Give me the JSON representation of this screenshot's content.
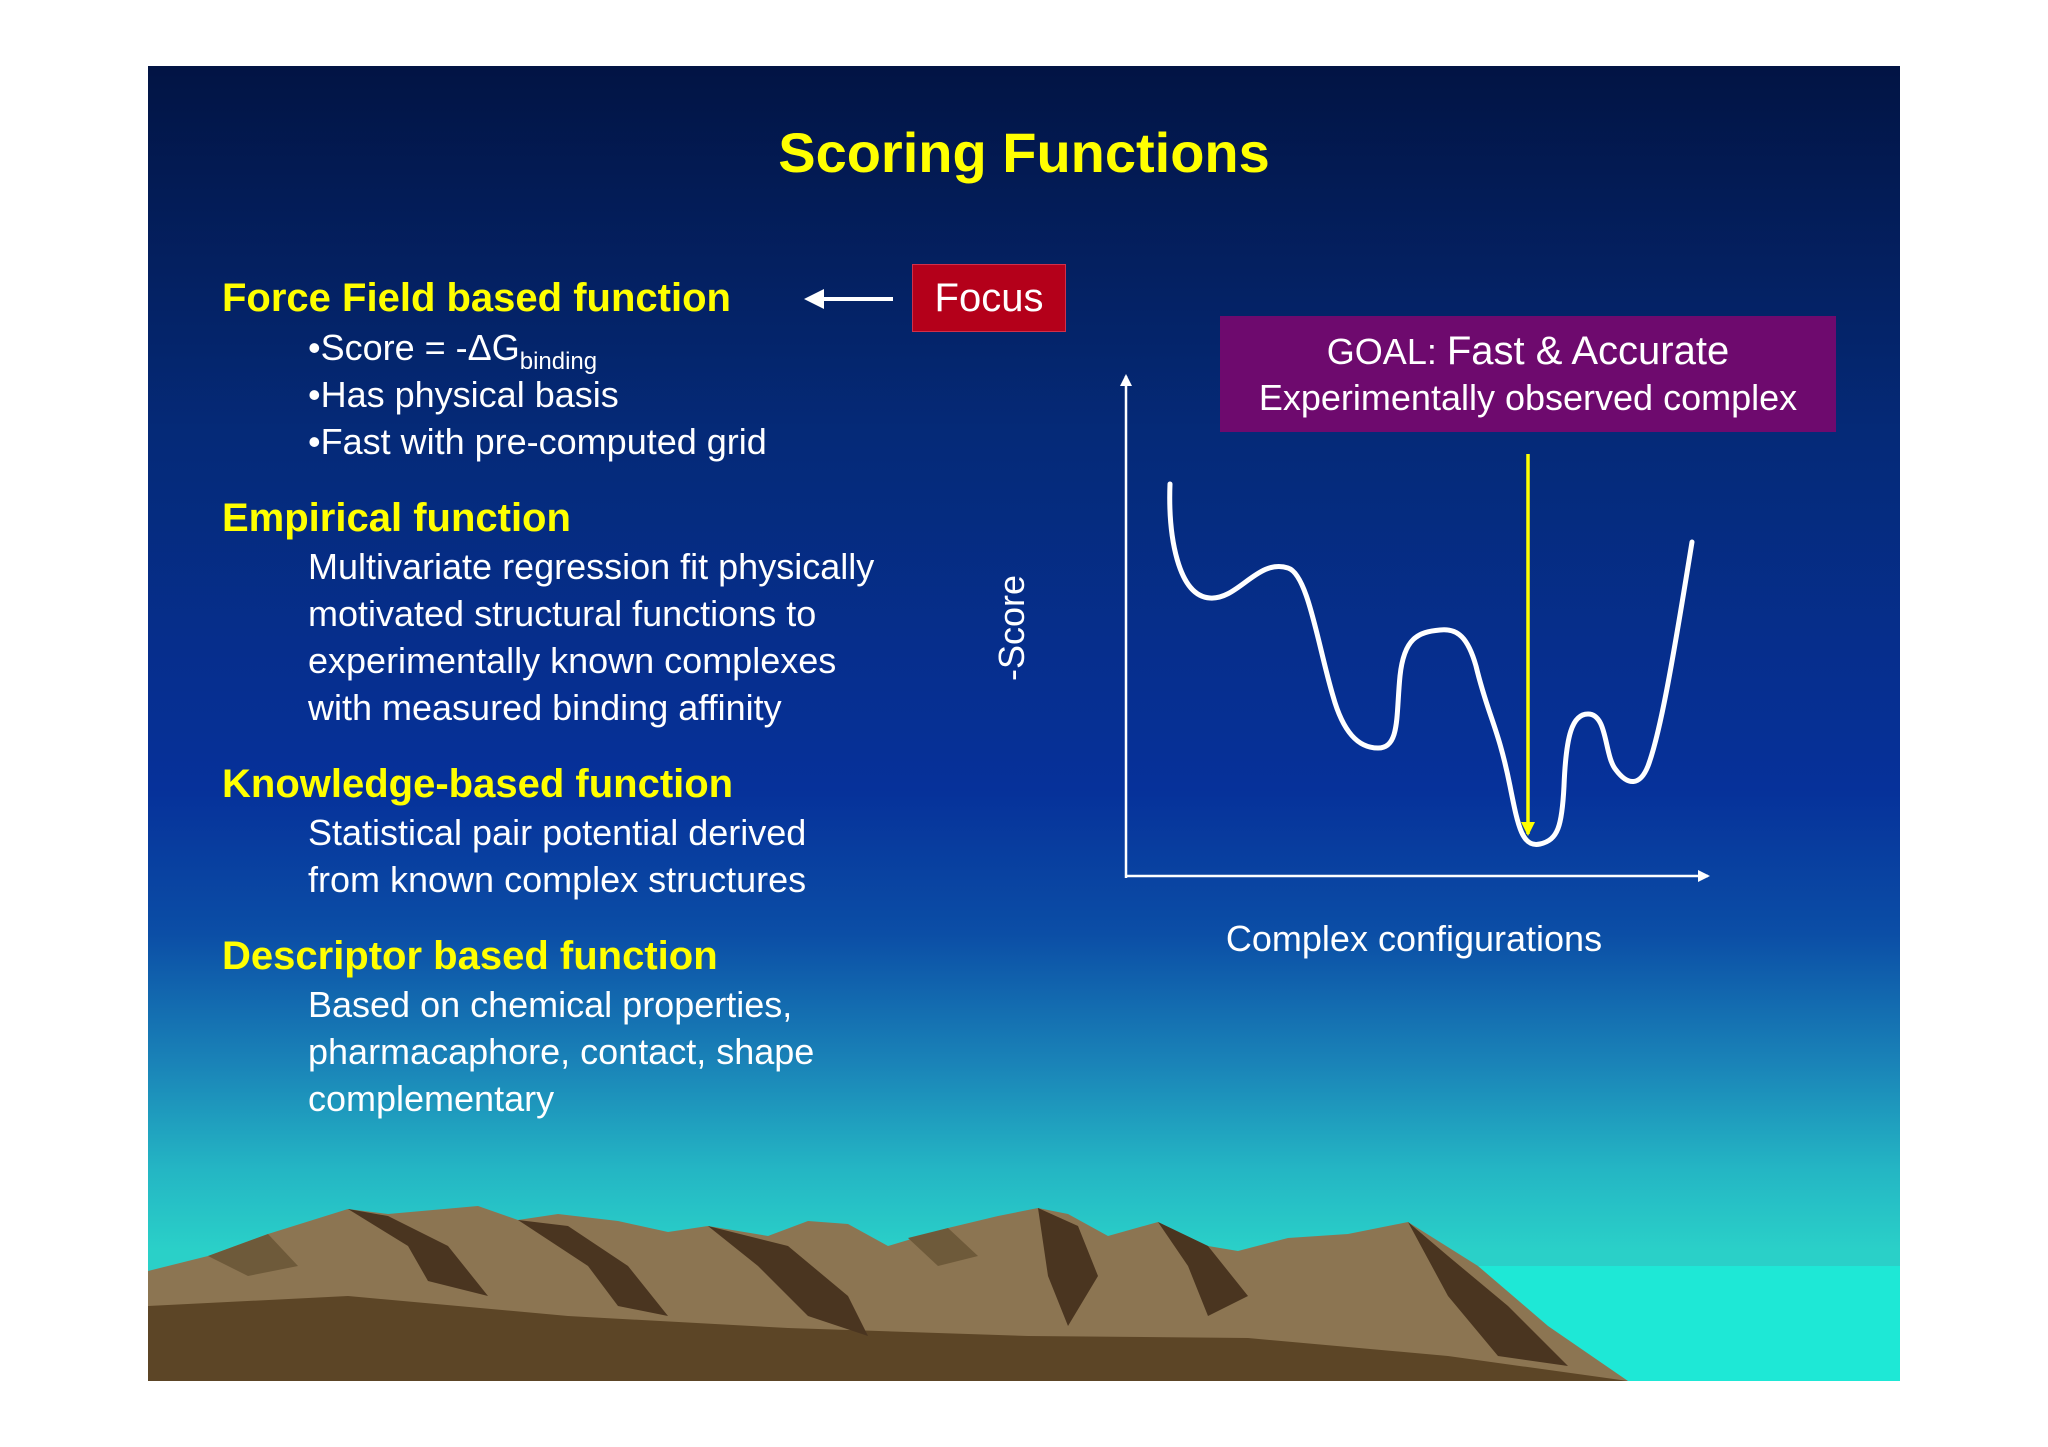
{
  "title": "Scoring Functions",
  "sections": [
    {
      "heading": "Force Field based function",
      "bullets": [
        {
          "prefix": "•Score = -ΔG",
          "subscript": "binding"
        },
        {
          "prefix": "•Has physical basis"
        },
        {
          "prefix": "•Fast with pre-computed grid"
        }
      ]
    },
    {
      "heading": "Empirical function",
      "lines": [
        "Multivariate regression fit physically",
        "motivated structural functions to",
        "experimentally known complexes",
        "with measured binding affinity"
      ]
    },
    {
      "heading": "Knowledge-based function",
      "lines": [
        "Statistical pair potential derived",
        "from known complex structures"
      ]
    },
    {
      "heading": "Descriptor based function",
      "lines": [
        "Based on chemical properties,",
        "pharmacaphore, contact, shape",
        "complementary"
      ]
    }
  ],
  "focus_label": "Focus",
  "goal": {
    "prefix": "GOAL: ",
    "emphasis": "Fast & Accurate",
    "line2": "Experimentally observed complex"
  },
  "diagram": {
    "y_axis_label": "-Score",
    "x_axis_label": "Complex configurations",
    "colors": {
      "curve": "#ffffff",
      "pointer": "#ffff00",
      "axes": "#ffffff",
      "focus_bg": "#b4001a",
      "goal_bg": "#6e0a6e",
      "heading": "#ffff00"
    }
  }
}
